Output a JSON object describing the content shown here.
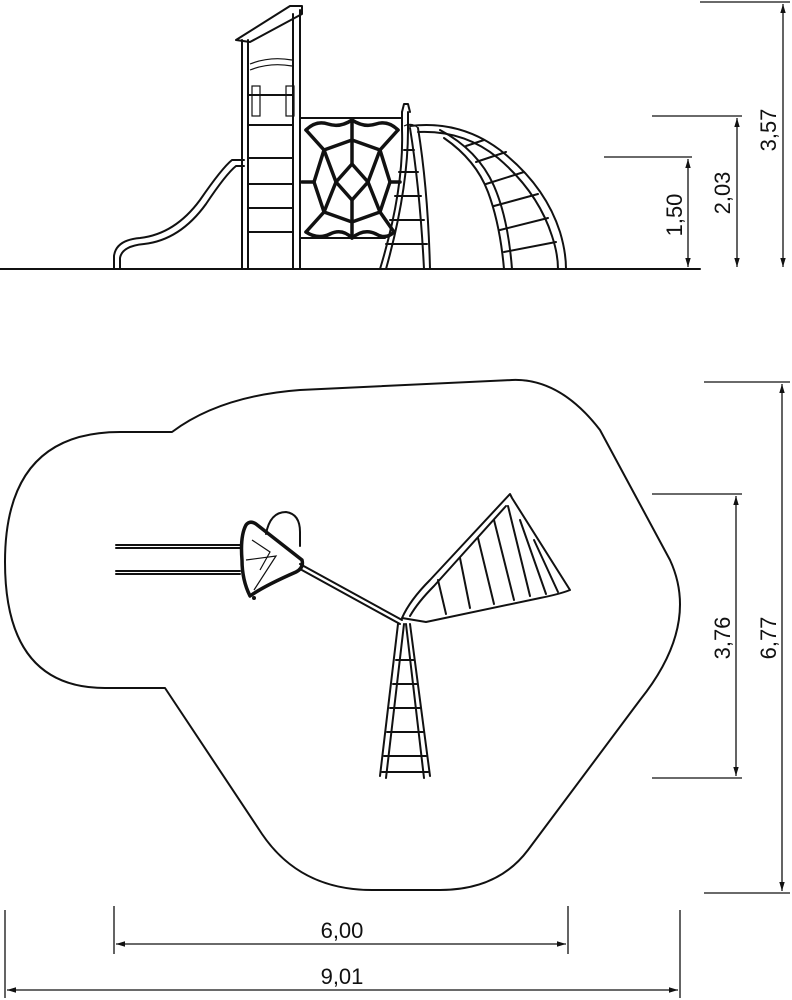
{
  "elevation_view": {
    "dimensions": {
      "platform_height": "1,50",
      "mid_height": "2,03",
      "total_height": "3,57"
    }
  },
  "plan_view": {
    "dimensions": {
      "equipment_depth": "3,76",
      "safety_zone_depth": "6,77",
      "equipment_width": "6,00",
      "safety_zone_width": "9,01"
    }
  }
}
